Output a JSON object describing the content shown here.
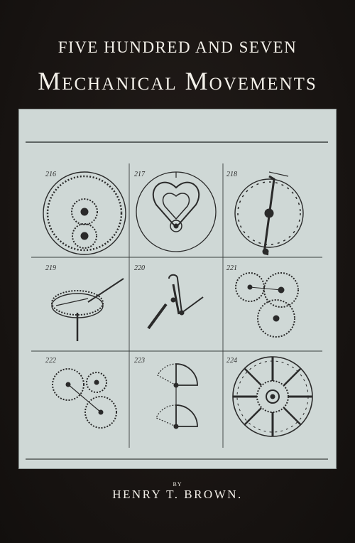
{
  "cover": {
    "subtitle": "FIVE HUNDRED AND SEVEN",
    "title": "Mechanical Movements",
    "by": "BY",
    "author": "HENRY T. BROWN."
  },
  "plate": {
    "figures": [
      "216",
      "217",
      "218",
      "219",
      "220",
      "221",
      "222",
      "223",
      "224"
    ]
  },
  "colors": {
    "background": "#1b1715",
    "plate": "#cfd8d6",
    "ink": "#2a2a2a",
    "text": "#f2efe8"
  }
}
